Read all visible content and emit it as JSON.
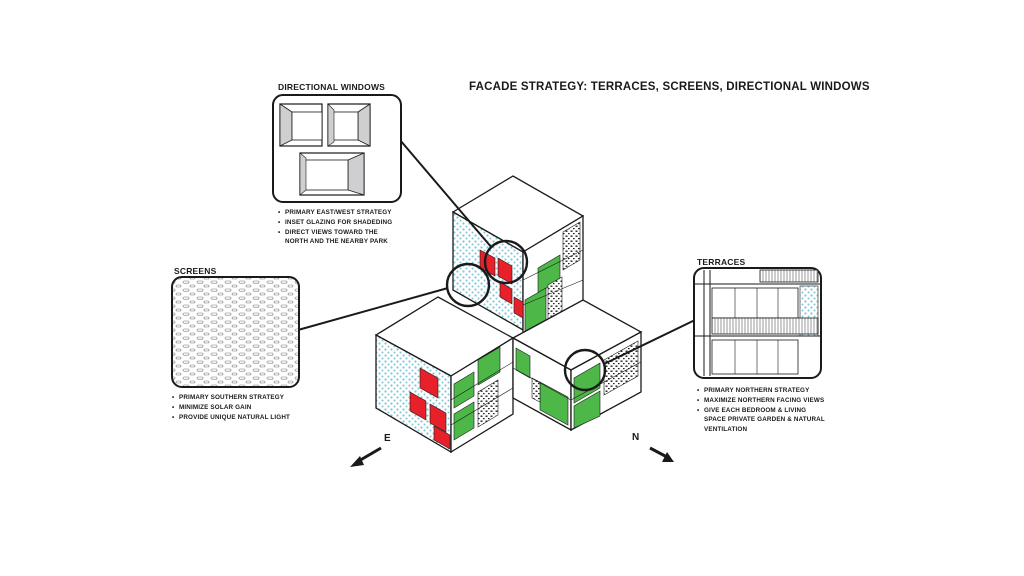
{
  "title": "FACADE STRATEGY:  TERRACES, SCREENS, DIRECTIONAL WINDOWS",
  "callouts": {
    "directional_windows": {
      "label": "DIRECTIONAL WINDOWS",
      "bullets": [
        "PRIMARY EAST/WEST STRATEGY",
        "INSET GLAZING FOR SHADEDING",
        "DIRECT VIEWS TOWARD THE",
        "NORTH AND THE NEARBY PARK"
      ]
    },
    "screens": {
      "label": "SCREENS",
      "bullets": [
        "PRIMARY SOUTHERN STRATEGY",
        "MINIMIZE SOLAR GAIN",
        "PROVIDE UNIQUE NATURAL LIGHT"
      ]
    },
    "terraces": {
      "label": "TERRACES",
      "bullets": [
        "PRIMARY NORTHERN STRATEGY",
        "MAXIMIZE NORTHERN FACING VIEWS",
        "GIVE EACH BEDROOM & LIVING",
        "SPACE PRIVATE GARDEN & NATURAL",
        "VENTILATION"
      ]
    }
  },
  "compass": {
    "east": "E",
    "north": "N"
  },
  "colors": {
    "directional_window": "#e8202a",
    "terrace": "#4db848",
    "screen": "#7fc6d6",
    "outline": "#1a1a1a"
  }
}
